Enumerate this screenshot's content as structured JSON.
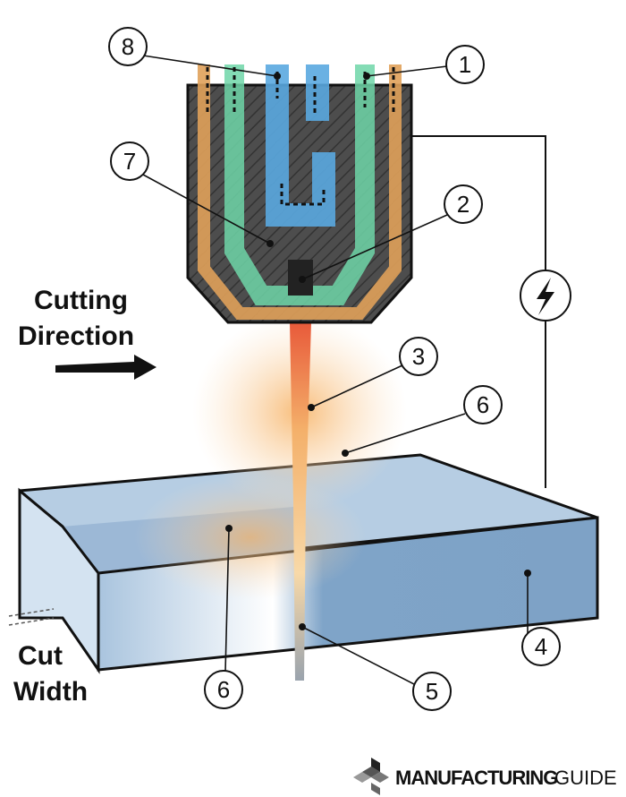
{
  "title_labels": {
    "cutting_direction_line1": "Cutting",
    "cutting_direction_line2": "Direction",
    "cut_width_line1": "Cut",
    "cut_width_line2": "Width"
  },
  "callouts": [
    "8",
    "1",
    "7",
    "2",
    "3",
    "6",
    "4",
    "5",
    "6"
  ],
  "icons": {
    "power": "lightning-bolt-icon",
    "direction": "arrow-right-icon"
  },
  "logo": {
    "bold": "MANUFACTURING",
    "light": "GUIDE"
  },
  "colors": {
    "nozzle": "#4a4a4a",
    "outer_channel": "#e0a15a",
    "mid_channel": "#6fd6a8",
    "inner_channel": "#5aa9e0",
    "workpiece": "#8fb2d4",
    "plasma": "#f6b070"
  }
}
